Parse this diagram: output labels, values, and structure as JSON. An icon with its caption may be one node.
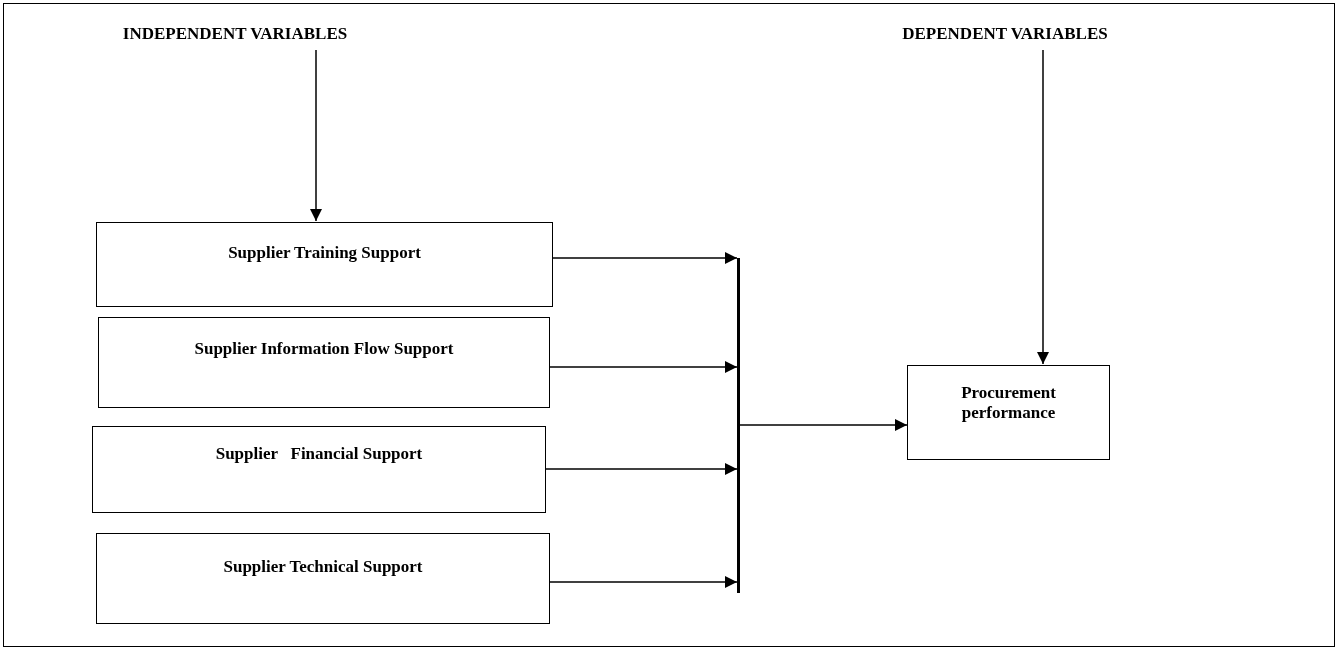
{
  "diagram": {
    "nodes": [
      {
        "text": [
          "INDEPENDENT VARIABLES"
        ]
      },
      {
        "text": [
          "DEPENDENT VARIABLES"
        ]
      },
      {
        "text": [
          "Supplier Training Support"
        ]
      },
      {
        "text": [
          "Supplier Information Flow Support"
        ]
      },
      {
        "text": [
          "Supplier   Financial Support"
        ]
      },
      {
        "text": [
          "Supplier Technical Support"
        ]
      },
      {
        "text": [],
        "shape": "bar"
      },
      {
        "text": [
          "Procurement performance"
        ]
      }
    ],
    "edges": [
      {
        "from": 0,
        "to": 2,
        "arrow": "to"
      },
      {
        "from": 1,
        "to": 7,
        "arrow": "to"
      },
      {
        "from": 2,
        "to": 6,
        "arrow": "to"
      },
      {
        "from": 3,
        "to": 6,
        "arrow": "to"
      },
      {
        "from": 4,
        "to": 6,
        "arrow": "to"
      },
      {
        "from": 5,
        "to": 6,
        "arrow": "to"
      },
      {
        "from": 6,
        "to": 7,
        "arrow": "to"
      }
    ]
  }
}
